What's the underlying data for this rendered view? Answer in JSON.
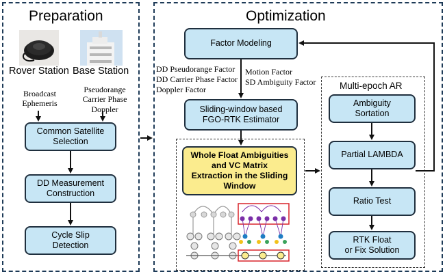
{
  "preparation": {
    "title": "Preparation",
    "rover_label": "Rover Station",
    "base_label": "Base Station",
    "broadcast_label": [
      "Broadcast",
      "Ephemeris"
    ],
    "observations_label": [
      "Pseudorange",
      "Carrier Phase",
      "Doppler"
    ],
    "steps": [
      [
        "Common Satellite",
        "Selection"
      ],
      [
        "DD Measurement",
        "Construction"
      ],
      [
        "Cycle Slip",
        "Detection"
      ]
    ]
  },
  "optimization": {
    "title": "Optimization",
    "factor_modeling": "Factor Modeling",
    "factors_left": [
      "DD Pseudorange Factor",
      "DD Carrier Phase Factor",
      "Doppler Factor"
    ],
    "factors_right": [
      "Motion Factor",
      "SD Ambiguity Factor"
    ],
    "estimator": [
      "Sliding-window based",
      "FGO-RTK Estimator"
    ],
    "extraction": [
      "Whole Float Ambiguities",
      "and VC Matrix",
      "Extraction in the Sliding",
      "Window"
    ]
  },
  "multi_epoch": {
    "title": "Multi-epoch AR",
    "steps": [
      [
        "Ambiguity",
        "Sortation"
      ],
      [
        "Partial LAMBDA"
      ],
      [
        "Ratio Test"
      ],
      [
        "RTK Float",
        "or Fix Solution"
      ]
    ]
  },
  "colors": {
    "box_fill": "#c7e6f5",
    "highlight_fill": "#fbec8e",
    "border": "#1d3a57",
    "factor_red": "#d8232a",
    "node_purple": "#7b2fa8",
    "node_blue": "#1f7dc4",
    "node_yellow": "#f2c21b",
    "node_green": "#3aa35b"
  }
}
